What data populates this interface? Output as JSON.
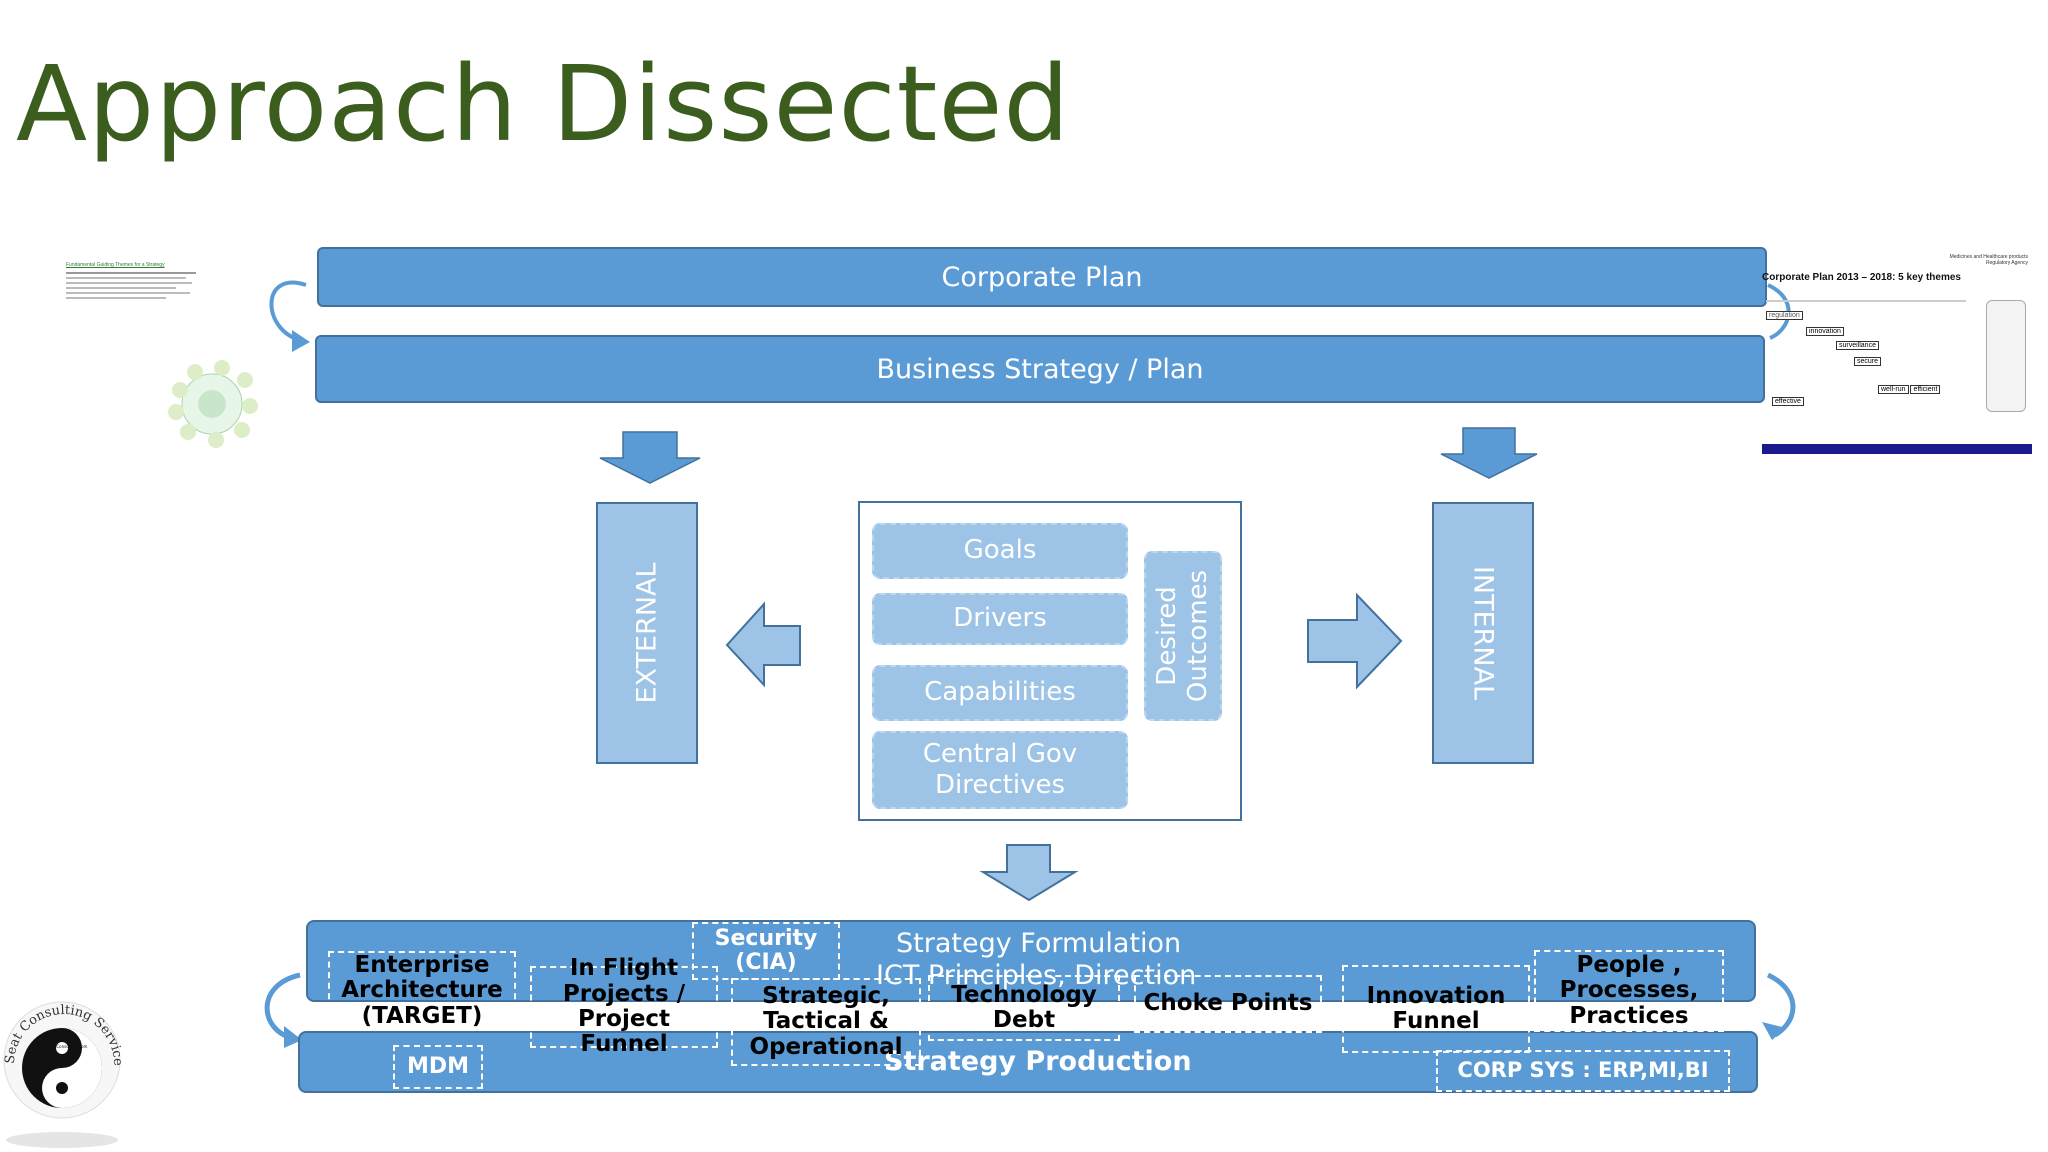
{
  "slide": {
    "title": "Approach Dissected"
  },
  "top": {
    "corporate_plan": "Corporate Plan",
    "business_strategy": "Business Strategy / Plan"
  },
  "middle": {
    "external": "EXTERNAL",
    "internal": "INTERNAL",
    "desired_outcomes": "Desired Outcomes",
    "items": [
      "Goals",
      "Drivers",
      "Capabilities",
      "Central Gov Directives"
    ]
  },
  "bottom": {
    "strategy_formulation": "Strategy Formulation",
    "ict_principles": "ICT Principles, Direction",
    "strategy_production": "Strategy Production",
    "security": "Security (CIA)",
    "enterprise_architecture": "Enterprise Architecture (TARGET)",
    "in_flight": "In Flight Projects / Project Funnel",
    "strategic": "Strategic, Tactical & Operational",
    "technology_debt": "Technology Debt",
    "choke_points": "Choke Points",
    "innovation_funnel": "Innovation Funnel",
    "people": "People , Processes, Practices",
    "mdm": "MDM",
    "corp_sys": "CORP SYS : ERP,MI,BI"
  },
  "right_thumbnail": {
    "header": "Medicines and Healthcare products Regulatory Agency",
    "title": "Corporate Plan 2013 – 2018: 5 key themes",
    "tags": [
      "regulation",
      "innovation",
      "surveillance",
      "secure",
      "well-run",
      "efficient",
      "effective"
    ]
  },
  "left_thumbnail": {
    "heading": "Fundamental Guiding Themes for a Strategy"
  },
  "logo": {
    "ring_text": "Seat Consulting Services",
    "url": "www.SeatConsulting.com"
  },
  "colors": {
    "title": "#3b5e1f",
    "bar": "#5b9bd5",
    "border": "#41719c",
    "light_box": "#9dc3e6",
    "arrow": "#5b9bd5"
  }
}
